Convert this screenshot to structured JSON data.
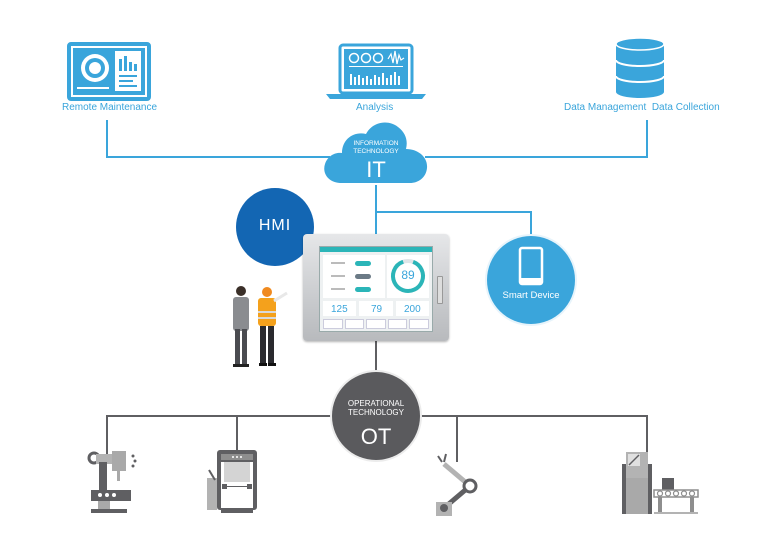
{
  "colors": {
    "it_blue": "#3aa5db",
    "hmi_blue": "#1366b3",
    "ot_gray": "#5a5a5d",
    "line_gray": "#5f5f62",
    "machine_gray": "#8e8e8e",
    "teal": "#2bb5b8"
  },
  "top_nodes": [
    {
      "label": "Remote Maintenance",
      "icon": "dashboard-monitor-icon"
    },
    {
      "label": "Analysis",
      "icon": "laptop-analytics-icon"
    },
    {
      "label": "Data Management  Data Collection",
      "icon": "database-icon"
    }
  ],
  "it_cloud": {
    "line1": "INFORMATION",
    "line2": "TECHNOLOGY",
    "abbr": "IT"
  },
  "hmi": {
    "label": "HMI"
  },
  "smart_device": {
    "label": "Smart Device"
  },
  "ot_circle": {
    "line1": "OPERATIONAL",
    "line2": "TECHNOLOGY",
    "abbr": "OT"
  },
  "hmi_screen": {
    "gauge_value": "89",
    "readings": [
      "125",
      "79",
      "200"
    ],
    "toggle_count": 3,
    "button_count": 5
  },
  "machines": [
    {
      "icon": "milling-machine-icon"
    },
    {
      "icon": "press-machine-icon"
    },
    {
      "icon": "robot-arm-icon"
    },
    {
      "icon": "cnc-conveyor-icon"
    }
  ]
}
